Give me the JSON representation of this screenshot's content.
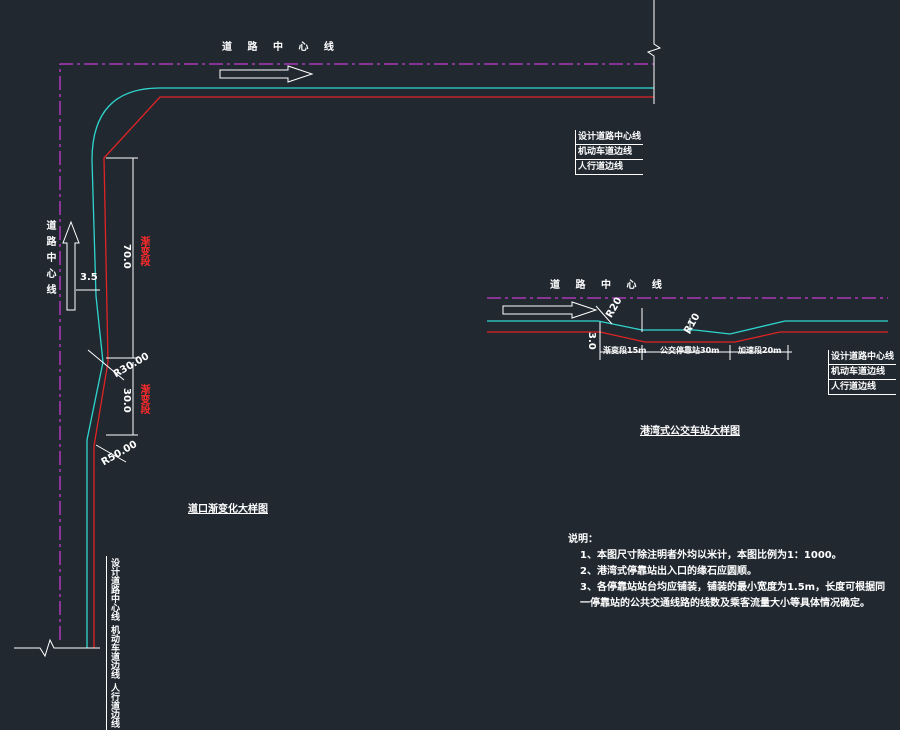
{
  "colors": {
    "background": "#212830",
    "centerline": "#c63ad2",
    "carriageway": "#2fd6cf",
    "sidewalk": "#e02424",
    "annotation": "#ffffff"
  },
  "labels": {
    "road_centerline_top": "道 路 中 心 线",
    "road_centerline_left": "道路中心线",
    "road_centerline_right": "道 路 中 心 线"
  },
  "legend": [
    "设计道路中心线",
    "机动车道边线",
    "人行道边线"
  ],
  "dims_left": {
    "width": "3.5",
    "length_70": "70.0",
    "label_70": "渐变段",
    "r30": "R30.00",
    "length_30": "30.0",
    "label_30": "渐变段",
    "r50": "R50.00"
  },
  "dims_right": {
    "r20": "R20",
    "r_small": "R10",
    "w": "3.0",
    "seg1": "渐变段15m",
    "seg2": "公交停靠站30m",
    "seg3": "加速段20m"
  },
  "titles": {
    "intersection": "道口渐变化大样图",
    "bus_stop": "港湾式公交车站大样图"
  },
  "notes": {
    "heading": "说明：",
    "items": [
      "1、本图尺寸除注明者外均以米计，本图比例为1：1000。",
      "2、港湾式停靠站出入口的缘石应圆顺。",
      "3、各停靠站站台均应铺装，铺装的最小宽度为1.5m，长度可根据同",
      "   一停靠站的公共交通线路的线数及乘客流量大小等具体情况确定。"
    ]
  }
}
